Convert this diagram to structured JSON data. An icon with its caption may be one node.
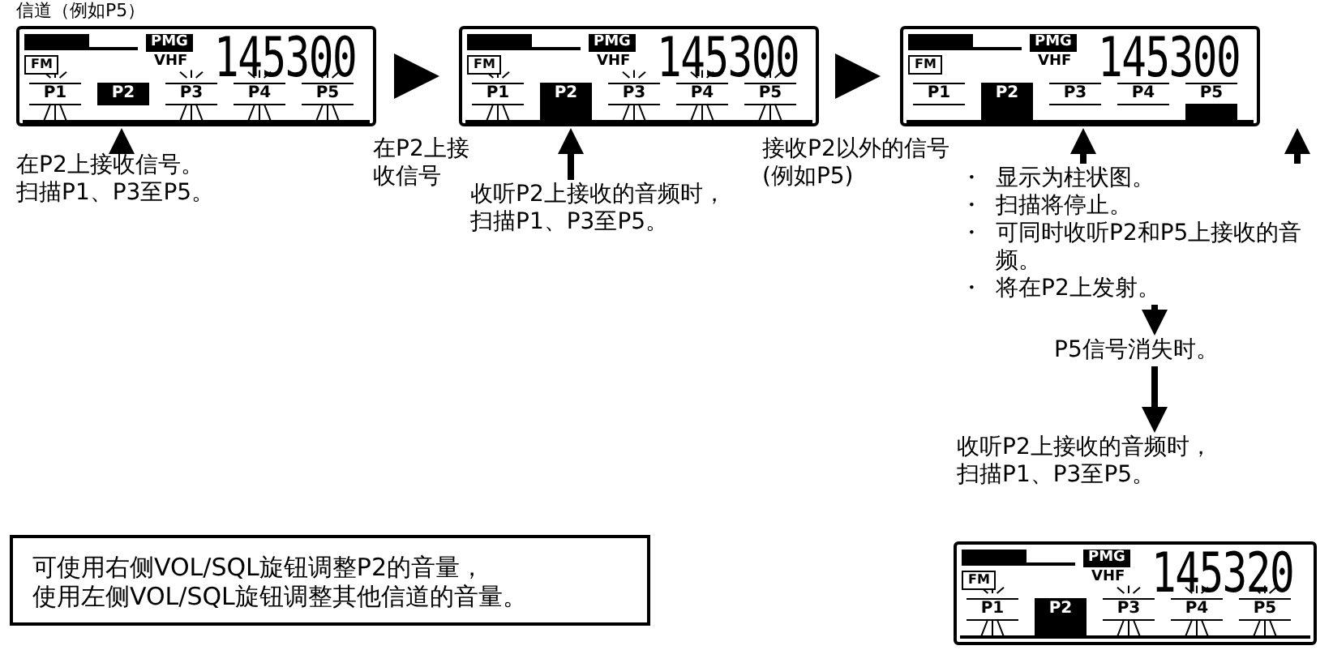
{
  "diagram": {
    "nodes": [
      {
        "text": [
          "FM",
          "PMG",
          "VHF",
          "145300",
          "P1",
          "P2",
          "P3",
          "P4",
          "P5"
        ],
        "beside": [
          "信道（例如P5）"
        ]
      },
      {
        "text": [
          "在P2上接收信号。扫描P1、P3至P5。"
        ]
      },
      {
        "text": [
          "FM",
          "PMG",
          "VHF",
          "145300",
          "P1",
          "P2",
          "P3",
          "P4",
          "P5"
        ]
      },
      {
        "text": [
          "收听P2上接收的音频时，扫描P1、P3至P5。"
        ]
      },
      {
        "text": [
          "FM",
          "PMG",
          "VHF",
          "145300",
          "P1",
          "P2",
          "P3",
          "P4",
          "P5"
        ]
      },
      {
        "text": [
          "・",
          "显示为柱状图。",
          "・",
          "扫描将停止。",
          "・",
          "可同时收听P2和P5上接收的音频。",
          "・",
          "将在P2上发射。"
        ]
      },
      {
        "text": [
          "P5信号消失时。"
        ]
      },
      {
        "text": [
          "收听P2上接收的音频时，扫描P1、P3至P5。"
        ]
      },
      {
        "text": [
          "FM",
          "PMG",
          "VHF",
          "145320",
          "P1",
          "P2",
          "P3",
          "P4",
          "P5"
        ]
      },
      {
        "text": [
          "可使用右侧VOL/SQL旋钮调整P2的音量，使用左侧VOL/SQL旋钮调整其他信道的音量。"
        ]
      }
    ],
    "edges": [
      {
        "from": 0,
        "to": 2,
        "arrow": "to",
        "label": "在P2上接收信号"
      },
      {
        "from": 2,
        "to": 4,
        "arrow": "to",
        "label": "接收P2以外的信号(例如P5)"
      },
      {
        "from": 1,
        "to": 0,
        "arrow": "to"
      },
      {
        "from": 3,
        "to": 2,
        "arrow": "to"
      },
      {
        "from": 5,
        "to": 4,
        "arrow": "to"
      },
      {
        "from": 5,
        "to": 4,
        "arrow": "to"
      },
      {
        "from": 5,
        "to": 6,
        "arrow": "to"
      },
      {
        "from": 6,
        "to": 7,
        "arrow": "to"
      }
    ]
  }
}
